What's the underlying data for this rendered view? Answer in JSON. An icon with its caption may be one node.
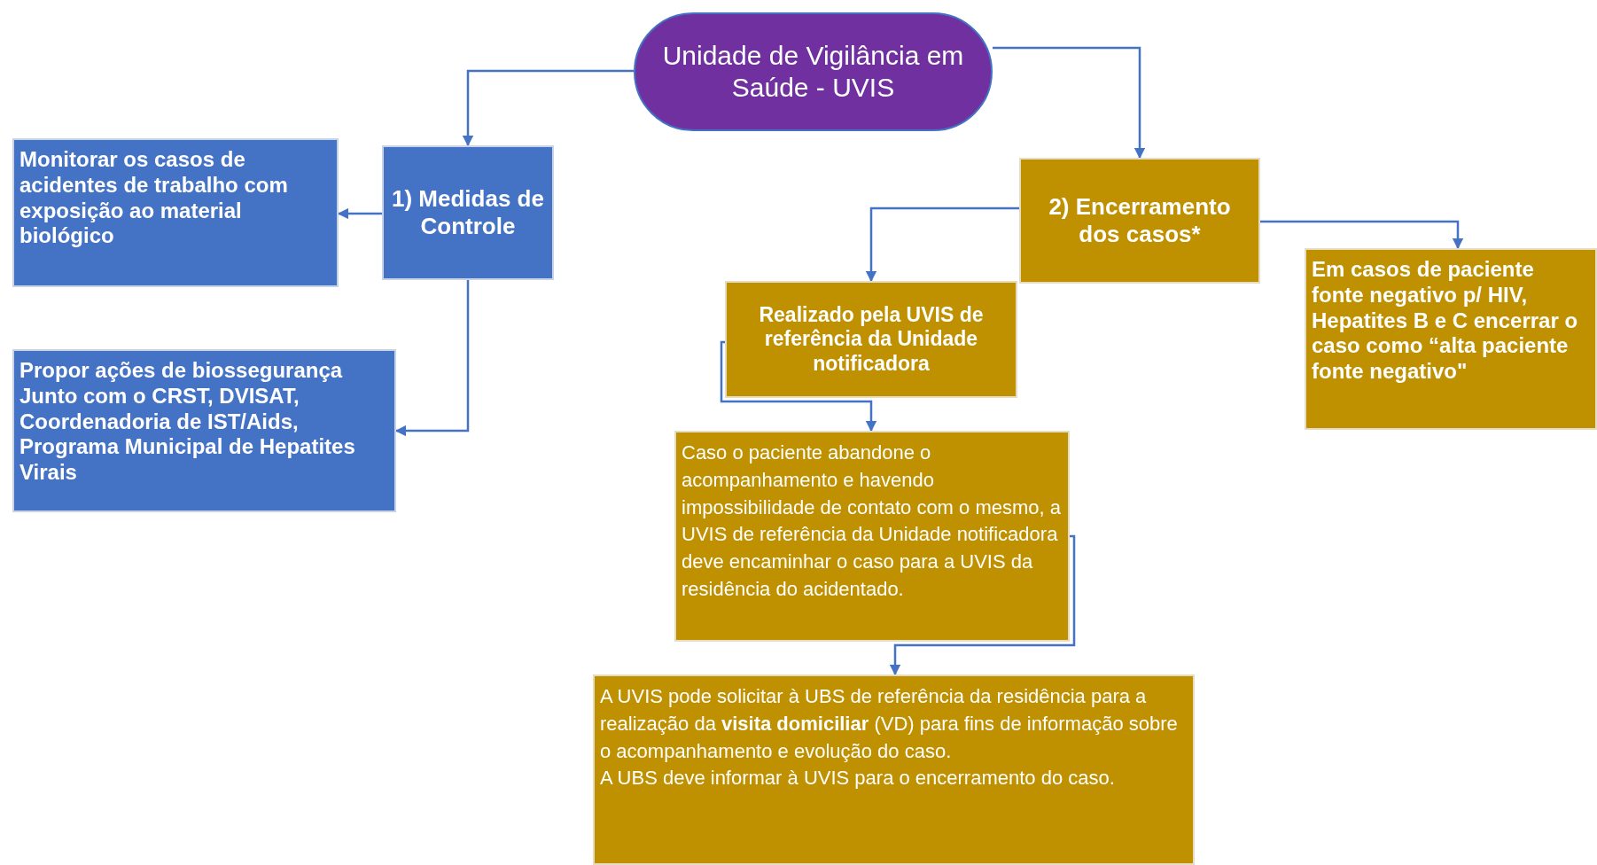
{
  "diagram": {
    "nodes": [
      {
        "text": [
          "Unidade de Vigilância em Saúde - UVIS"
        ]
      },
      {
        "text": [
          "1) Medidas de Controle"
        ]
      },
      {
        "text": [
          "Monitorar os casos de acidentes de trabalho com exposição ao material biológico"
        ]
      },
      {
        "text": [
          "Propor ações de biossegurança Junto com o CRST, DVISAT, Coordenadoria de IST/Aids, Programa Municipal de Hepatites Virais"
        ]
      },
      {
        "text": [
          "2) Encerramento dos casos*"
        ]
      },
      {
        "text": [
          "Realizado pela UVIS de referência da Unidade notificadora"
        ]
      },
      {
        "text": [
          "Em casos de paciente fonte negativo p/ HIV, Hepatites B e C encerrar o caso como **“alta paciente fonte negativo\"**"
        ]
      },
      {
        "text": [
          "Caso o paciente abandone o acompanhamento e havendo impossibilidade de contato com o mesmo, a UVIS de referência da Unidade notificadora deve encaminhar o caso para a UVIS da residência do acidentado."
        ]
      },
      {
        "text": [
          "A UVIS pode solicitar à UBS de referência da residência para a realização da **visita domiciliar** (VD) para fins de informação sobre o acompanhamento e evolução do caso.",
          "A UBS deve informar à UVIS para o encerramento do caso."
        ]
      }
    ],
    "edges": [
      {
        "from": 0,
        "to": 1,
        "arrow": "to"
      },
      {
        "from": 0,
        "to": 4,
        "arrow": "to"
      },
      {
        "from": 1,
        "to": 2,
        "arrow": "to"
      },
      {
        "from": 1,
        "to": 3,
        "arrow": "to"
      },
      {
        "from": 4,
        "to": 5,
        "arrow": "to"
      },
      {
        "from": 4,
        "to": 6,
        "arrow": "to"
      },
      {
        "from": 5,
        "to": 7,
        "arrow": "to"
      },
      {
        "from": 7,
        "to": 8,
        "arrow": "to"
      }
    ]
  }
}
